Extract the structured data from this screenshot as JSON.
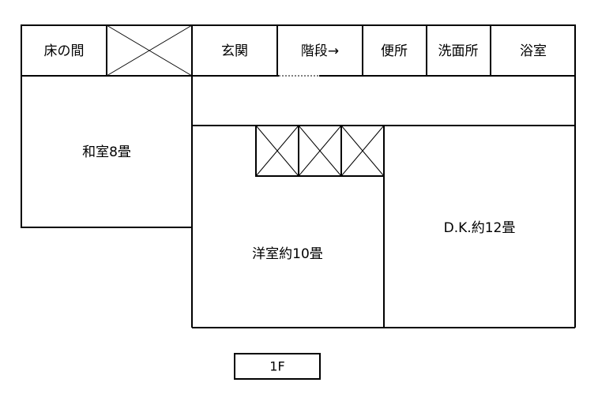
{
  "rooms": {
    "tokonoma": "床の間",
    "genkan": "玄関",
    "kaidan": "階段→",
    "benjo": "便所",
    "senmenjo": "洗面所",
    "yokushitsu": "浴室",
    "washitsu": "和室8畳",
    "dk": "D.K.約12畳",
    "youshitsu": "洋室約10畳"
  },
  "floor_label": "1F"
}
